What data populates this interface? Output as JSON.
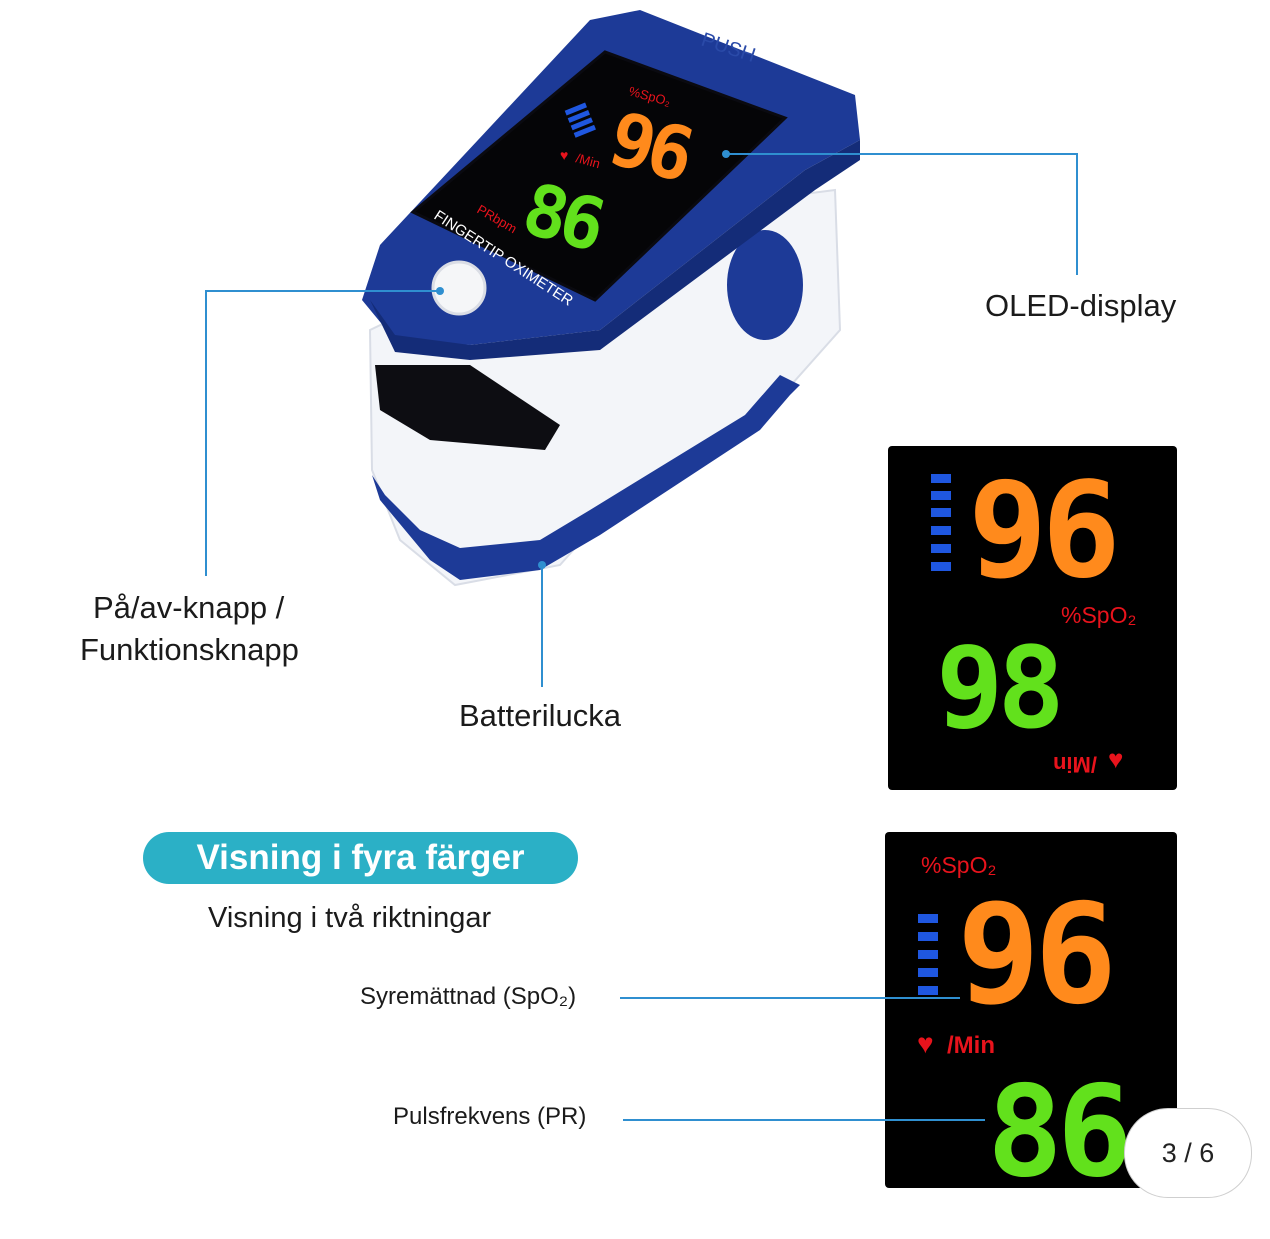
{
  "device": {
    "brand_text": "PUSH",
    "screen_caption": "FINGERTIP OXIMETER",
    "spo2_label": "%SpO₂",
    "pr_label": "PRbpm",
    "min_label": "/Min",
    "spo2_value": "96",
    "pr_value": "86",
    "colors": {
      "body_blue": "#1d3a97",
      "shell_white": "#f4f6fa",
      "orange": "#ff8a1c",
      "green": "#62e11c",
      "red": "#e8131c",
      "bar_blue": "#1f57e0"
    }
  },
  "callouts": {
    "oled": "OLED-display",
    "button_line1": "På/av-knapp /",
    "button_line2": "Funktionsknapp",
    "battery": "Batterilucka"
  },
  "panel_top": {
    "spo2_value": "96",
    "spo2_label": "%SpO₂",
    "pr_value": "98",
    "min_label": "/Min"
  },
  "panel_bottom": {
    "spo2_label": "%SpO₂",
    "spo2_value": "96",
    "min_label": "/Min",
    "pr_value": "86"
  },
  "feature": {
    "pill_title": "Visning i fyra färger",
    "subtitle": "Visning i två riktningar",
    "spo2_caption": "Syremättnad (SpO₂)",
    "pr_caption": "Pulsfrekvens (PR)"
  },
  "pager": {
    "text": "3 / 6"
  }
}
